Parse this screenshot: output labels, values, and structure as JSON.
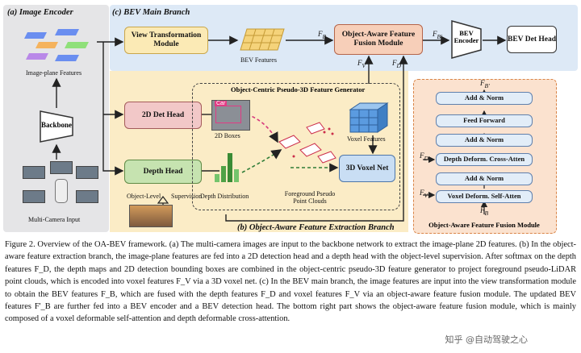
{
  "panels": {
    "a_title": "(a) Image Encoder",
    "c_title": "(c) BEV Main Branch",
    "b_title": "(b) Object-Aware Feature Extraction Branch",
    "pg_title": "Object-Centric Pseudo-3D Feature Generator",
    "fusion_title": "Object-Aware Feature Fusion Module"
  },
  "boxes": {
    "view_transform": "View Transformation Module",
    "oaf_fusion": "Object-Aware Feature Fusion Module",
    "bev_encoder": "BEV Encoder",
    "bev_det_head": "BEV Det Head",
    "backbone": "Backbone",
    "det_head_2d": "2D Det Head",
    "depth_head": "Depth Head",
    "voxel_net": "3D Voxel Net"
  },
  "labels": {
    "image_plane_features": "Image-plane Features",
    "multi_camera_input": "Multi-Camera Input",
    "bev_features": "BEV Features",
    "boxes_2d": "2D Boxes",
    "voxel_features": "Voxel Features",
    "depth_distribution": "Depth Distribution",
    "fg_pseudo": "Foreground Pseudo Point Clouds",
    "object_level": "Object-Level",
    "supervision": "Supervision",
    "car": "Car",
    "fb": "F",
    "fb_sub": "B",
    "fbp_sub": "B'",
    "fv_sub": "V",
    "fd_sub": "D"
  },
  "fusion_stack": [
    "Add & Norm",
    "Feed Forward",
    "Add & Norm",
    "Depth Deform. Cross-Atten",
    "Add & Norm",
    "Voxel Deform. Self-Atten"
  ],
  "caption": [
    "Figure 2. Overview of the OA-BEV framework. (a) The multi-camera images are input to the backbone network to extract the image-plane 2D features. (b) In the object-aware feature extraction branch, the image-plane features are fed into a 2D detection head and a depth head with the object-level supervision. After softmax on the depth features F_D, the depth maps and 2D detection bounding boxes are combined in the object-centric pseudo-3D feature generator to project foreground pseudo-LiDAR point clouds, which is encoded into voxel features F_V via a 3D voxel net. (c) In the BEV main branch, the image features are input into the view transformation module to obtain the BEV features F_B, which are fused with the depth features F_D and voxel features F_V via an object-aware feature fusion module. The updated BEV features F'_B are further fed into a BEV encoder and a BEV detection head. The bottom right part shows the object-aware feature fusion module, which is mainly composed of a voxel deformable self-attention and depth deformable cross-attention."
  ],
  "watermark": "知乎 @自动驾驶之心",
  "colors": {
    "encoder_bg": "#e5e5e7",
    "main_bg": "#dde9f6",
    "branch_bg": "#fbecc6",
    "fusion_bg": "#fbe2cf"
  }
}
